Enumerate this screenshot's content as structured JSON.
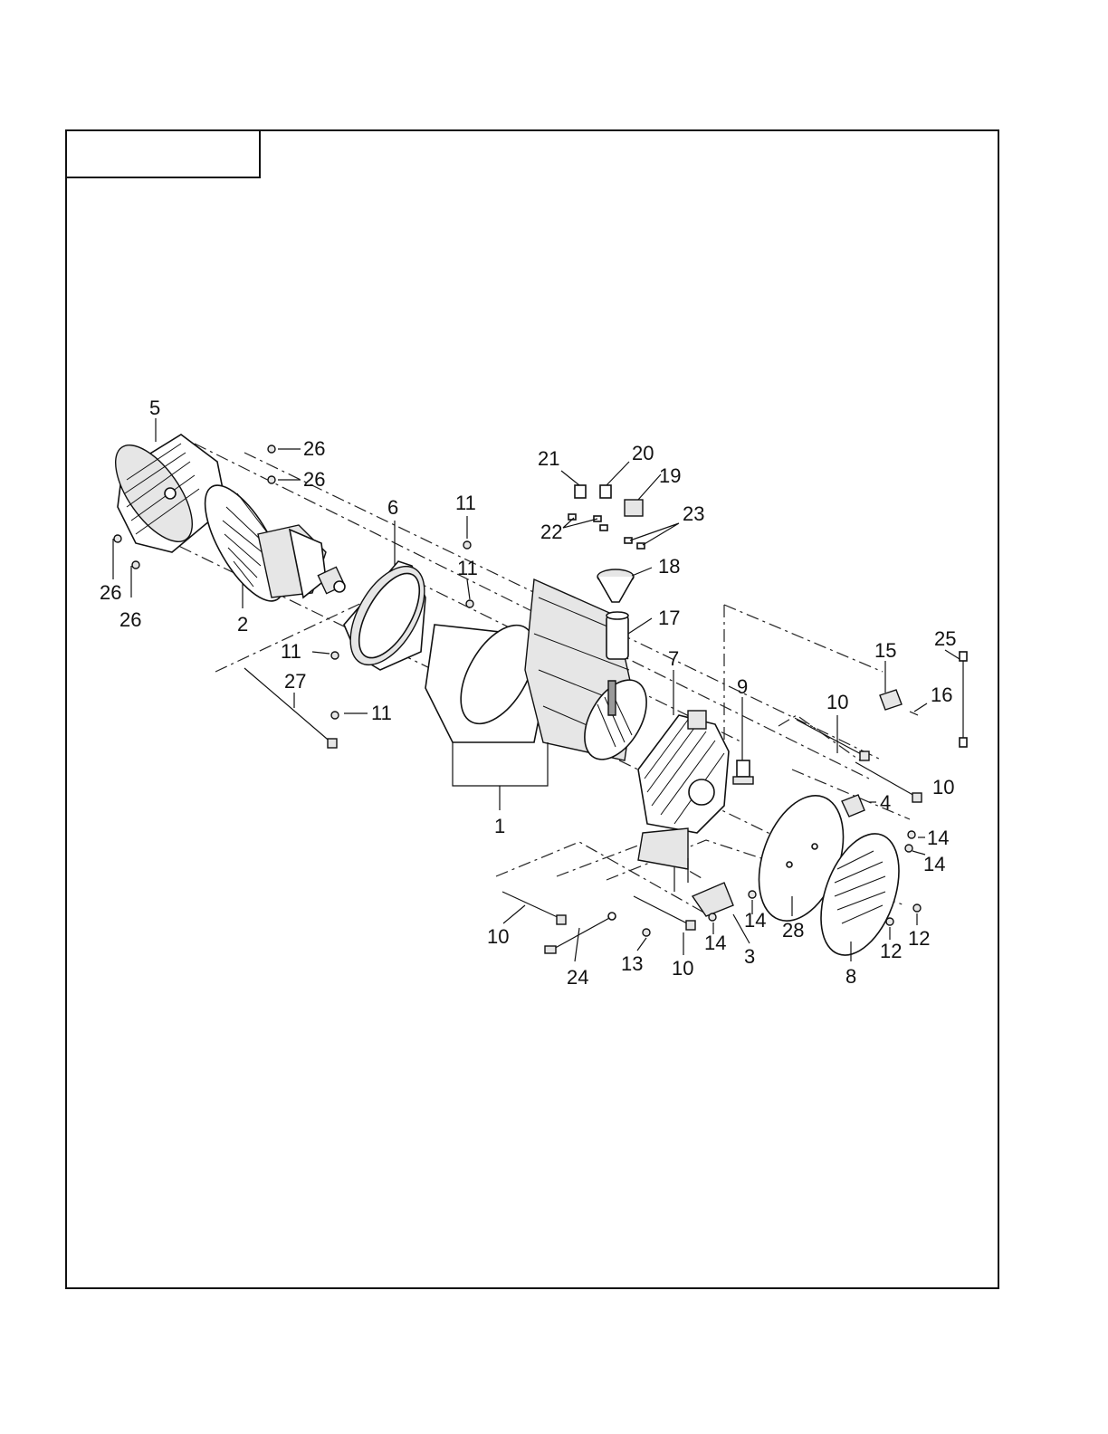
{
  "title_box": {
    "text": ""
  },
  "callouts": [
    {
      "id": "c5a",
      "text": "5"
    },
    {
      "id": "c26a",
      "text": "26"
    },
    {
      "id": "c26b",
      "text": "26"
    },
    {
      "id": "c26c",
      "text": "26"
    },
    {
      "id": "c26d",
      "text": "26"
    },
    {
      "id": "c2",
      "text": "2"
    },
    {
      "id": "c6",
      "text": "6"
    },
    {
      "id": "c11a",
      "text": "11"
    },
    {
      "id": "c11b",
      "text": "11"
    },
    {
      "id": "c11c",
      "text": "11"
    },
    {
      "id": "c11d",
      "text": "11"
    },
    {
      "id": "c27",
      "text": "27"
    },
    {
      "id": "c1",
      "text": "1"
    },
    {
      "id": "c21",
      "text": "21"
    },
    {
      "id": "c20",
      "text": "20"
    },
    {
      "id": "c19",
      "text": "19"
    },
    {
      "id": "c22",
      "text": "22"
    },
    {
      "id": "c23",
      "text": "23"
    },
    {
      "id": "c18",
      "text": "18"
    },
    {
      "id": "c17",
      "text": "17"
    },
    {
      "id": "c7",
      "text": "7"
    },
    {
      "id": "c9",
      "text": "9"
    },
    {
      "id": "c10a",
      "text": "10"
    },
    {
      "id": "c10b",
      "text": "10"
    },
    {
      "id": "c10c",
      "text": "10"
    },
    {
      "id": "c10d",
      "text": "10"
    },
    {
      "id": "c15",
      "text": "15"
    },
    {
      "id": "c25",
      "text": "25"
    },
    {
      "id": "c16",
      "text": "16"
    },
    {
      "id": "c4",
      "text": "4"
    },
    {
      "id": "c14a",
      "text": "14"
    },
    {
      "id": "c14b",
      "text": "14"
    },
    {
      "id": "c14c",
      "text": "14"
    },
    {
      "id": "c14d",
      "text": "14"
    },
    {
      "id": "c28",
      "text": "28"
    },
    {
      "id": "c12a",
      "text": "12"
    },
    {
      "id": "c12b",
      "text": "12"
    },
    {
      "id": "c8",
      "text": "8"
    },
    {
      "id": "c3",
      "text": "3"
    },
    {
      "id": "c13",
      "text": "13"
    },
    {
      "id": "c24",
      "text": "24"
    }
  ]
}
